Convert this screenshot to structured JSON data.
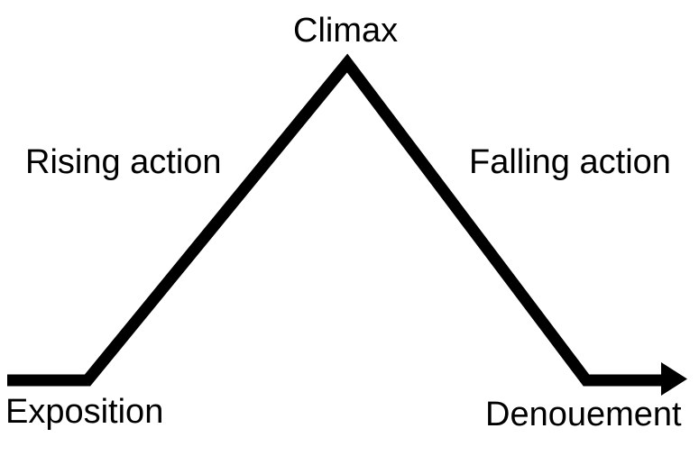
{
  "diagram": {
    "type": "plot-structure-arc",
    "labels": {
      "climax": "Climax",
      "rising_action": "Rising action",
      "falling_action": "Falling action",
      "exposition": "Exposition",
      "denouement": "Denouement"
    },
    "colors": {
      "line": "#000000",
      "text": "#000000",
      "background": "#ffffff"
    }
  }
}
